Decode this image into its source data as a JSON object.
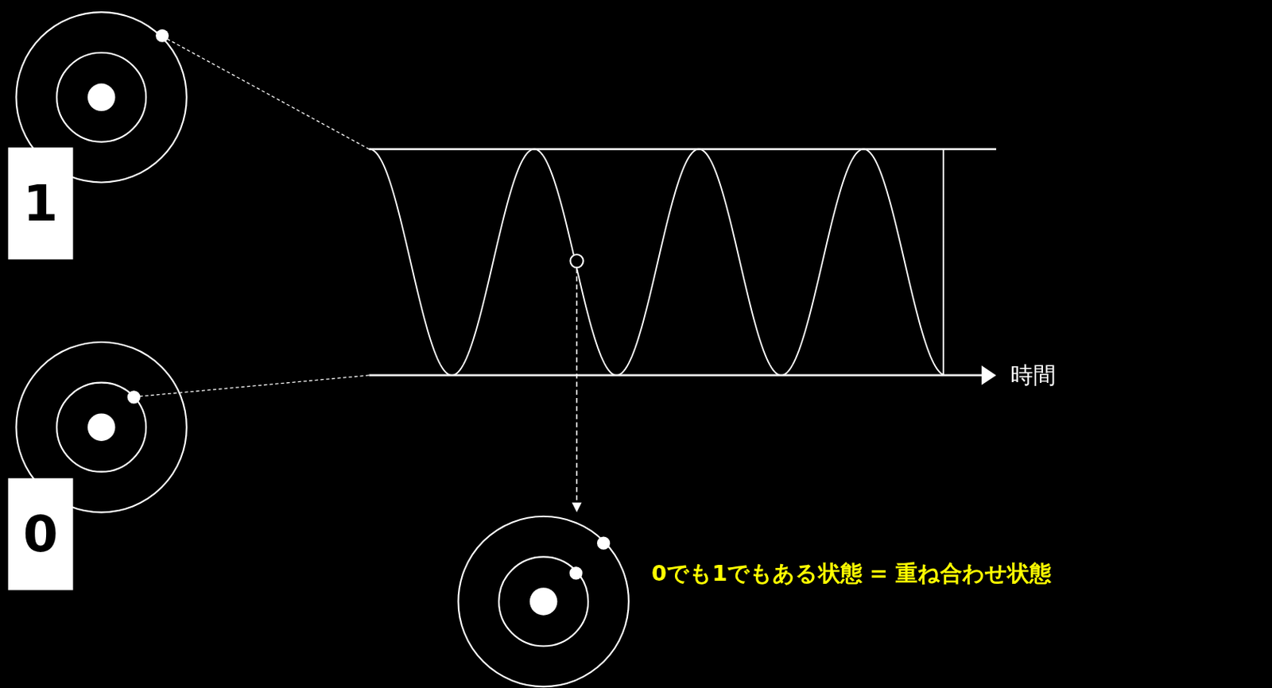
{
  "diagram": {
    "nodes": [
      {
        "text": [
          "1"
        ]
      },
      {
        "text": [
          "0"
        ]
      }
    ],
    "labels": [
      "時間",
      "0でも1でもある状態 = 重ね合わせ状態"
    ]
  }
}
